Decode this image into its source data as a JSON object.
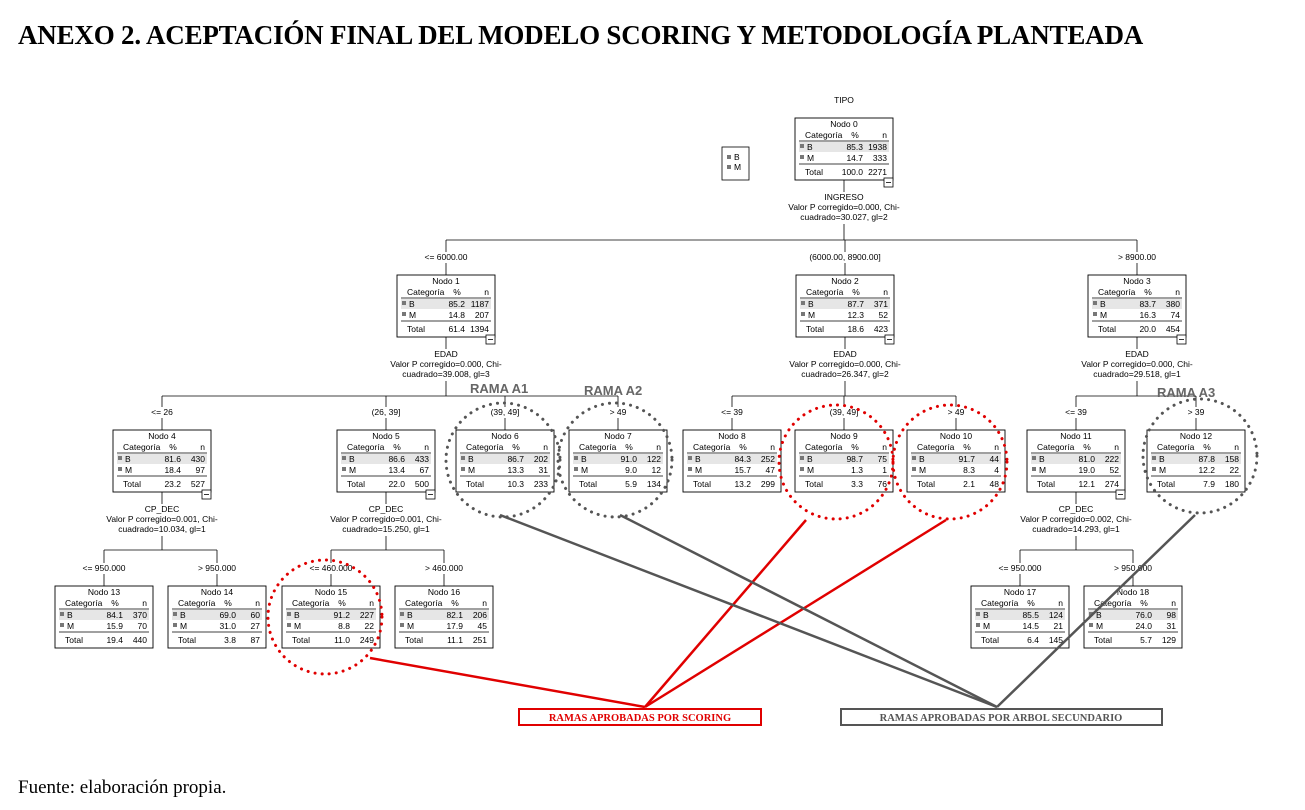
{
  "title": "ANEXO 2. ACEPTACIÓN FINAL DEL MODELO SCORING Y METODOLOGÍA PLANTEADA",
  "source": "Fuente: elaboración propia.",
  "tree": {
    "target": "TIPO",
    "legend": [
      "B",
      "M"
    ],
    "column_headers": [
      "Categoría",
      "%",
      "n"
    ],
    "total_label": "Total",
    "node_prefix": "Nodo",
    "nodes": [
      {
        "id": 0,
        "B": [
          "85.3",
          "1938"
        ],
        "M": [
          "14.7",
          "333"
        ],
        "T": [
          "100.0",
          "2271"
        ],
        "split": [
          "INGRESO",
          "Valor P corregido=0.000, Chi-",
          "cuadrado=30.027, gl=2"
        ]
      },
      {
        "id": 1,
        "parent": 0,
        "edge": "<= 6000.00",
        "B": [
          "85.2",
          "1187"
        ],
        "M": [
          "14.8",
          "207"
        ],
        "T": [
          "61.4",
          "1394"
        ],
        "split": [
          "EDAD",
          "Valor P corregido=0.000, Chi-",
          "cuadrado=39.008, gl=3"
        ]
      },
      {
        "id": 2,
        "parent": 0,
        "edge": "(6000.00, 8900.00]",
        "B": [
          "87.7",
          "371"
        ],
        "M": [
          "12.3",
          "52"
        ],
        "T": [
          "18.6",
          "423"
        ],
        "split": [
          "EDAD",
          "Valor P corregido=0.000, Chi-",
          "cuadrado=26.347, gl=2"
        ]
      },
      {
        "id": 3,
        "parent": 0,
        "edge": "> 8900.00",
        "B": [
          "83.7",
          "380"
        ],
        "M": [
          "16.3",
          "74"
        ],
        "T": [
          "20.0",
          "454"
        ],
        "split": [
          "EDAD",
          "Valor P corregido=0.000, Chi-",
          "cuadrado=29.518, gl=1"
        ]
      },
      {
        "id": 4,
        "parent": 1,
        "edge": "<= 26",
        "B": [
          "81.6",
          "430"
        ],
        "M": [
          "18.4",
          "97"
        ],
        "T": [
          "23.2",
          "527"
        ],
        "split": [
          "CP_DEC",
          "Valor P corregido=0.001, Chi-",
          "cuadrado=10.034, gl=1"
        ]
      },
      {
        "id": 5,
        "parent": 1,
        "edge": "(26, 39]",
        "B": [
          "86.6",
          "433"
        ],
        "M": [
          "13.4",
          "67"
        ],
        "T": [
          "22.0",
          "500"
        ],
        "split": [
          "CP_DEC",
          "Valor P corregido=0.001, Chi-",
          "cuadrado=15.250, gl=1"
        ]
      },
      {
        "id": 6,
        "parent": 1,
        "edge": "(39, 49]",
        "B": [
          "86.7",
          "202"
        ],
        "M": [
          "13.3",
          "31"
        ],
        "T": [
          "10.3",
          "233"
        ]
      },
      {
        "id": 7,
        "parent": 1,
        "edge": "> 49",
        "B": [
          "91.0",
          "122"
        ],
        "M": [
          "9.0",
          "12"
        ],
        "T": [
          "5.9",
          "134"
        ]
      },
      {
        "id": 8,
        "parent": 2,
        "edge": "<= 39",
        "B": [
          "84.3",
          "252"
        ],
        "M": [
          "15.7",
          "47"
        ],
        "T": [
          "13.2",
          "299"
        ]
      },
      {
        "id": 9,
        "parent": 2,
        "edge": "(39, 49]",
        "B": [
          "98.7",
          "75"
        ],
        "M": [
          "1.3",
          "1"
        ],
        "T": [
          "3.3",
          "76"
        ]
      },
      {
        "id": 10,
        "parent": 2,
        "edge": "> 49",
        "B": [
          "91.7",
          "44"
        ],
        "M": [
          "8.3",
          "4"
        ],
        "T": [
          "2.1",
          "48"
        ]
      },
      {
        "id": 11,
        "parent": 3,
        "edge": "<= 39",
        "B": [
          "81.0",
          "222"
        ],
        "M": [
          "19.0",
          "52"
        ],
        "T": [
          "12.1",
          "274"
        ],
        "split": [
          "CP_DEC",
          "Valor P corregido=0.002, Chi-",
          "cuadrado=14.293, gl=1"
        ]
      },
      {
        "id": 12,
        "parent": 3,
        "edge": "> 39",
        "B": [
          "87.8",
          "158"
        ],
        "M": [
          "12.2",
          "22"
        ],
        "T": [
          "7.9",
          "180"
        ]
      },
      {
        "id": 13,
        "parent": 4,
        "edge": "<= 950.000",
        "B": [
          "84.1",
          "370"
        ],
        "M": [
          "15.9",
          "70"
        ],
        "T": [
          "19.4",
          "440"
        ]
      },
      {
        "id": 14,
        "parent": 4,
        "edge": "> 950.000",
        "B": [
          "69.0",
          "60"
        ],
        "M": [
          "31.0",
          "27"
        ],
        "T": [
          "3.8",
          "87"
        ]
      },
      {
        "id": 15,
        "parent": 5,
        "edge": "<= 460.000",
        "B": [
          "91.2",
          "227"
        ],
        "M": [
          "8.8",
          "22"
        ],
        "T": [
          "11.0",
          "249"
        ]
      },
      {
        "id": 16,
        "parent": 5,
        "edge": "> 460.000",
        "B": [
          "82.1",
          "206"
        ],
        "M": [
          "17.9",
          "45"
        ],
        "T": [
          "11.1",
          "251"
        ]
      },
      {
        "id": 17,
        "parent": 11,
        "edge": "<= 950.000",
        "B": [
          "85.5",
          "124"
        ],
        "M": [
          "14.5",
          "21"
        ],
        "T": [
          "6.4",
          "145"
        ]
      },
      {
        "id": 18,
        "parent": 11,
        "edge": "> 950.000",
        "B": [
          "76.0",
          "98"
        ],
        "M": [
          "24.0",
          "31"
        ],
        "T": [
          "5.7",
          "129"
        ]
      }
    ]
  },
  "annotations": {
    "rama_a1": "RAMA A1",
    "rama_a2": "RAMA A2",
    "rama_a3": "RAMA A3",
    "scoring_label": "RAMAS APROBADAS POR SCORING",
    "secondary_label": "RAMAS APROBADAS POR ARBOL SECUNDARIO",
    "scoring_color": "#e00000",
    "secondary_color": "#555555",
    "scoring_nodes": [
      9,
      10,
      15
    ],
    "secondary_nodes": [
      6,
      7,
      12
    ]
  }
}
